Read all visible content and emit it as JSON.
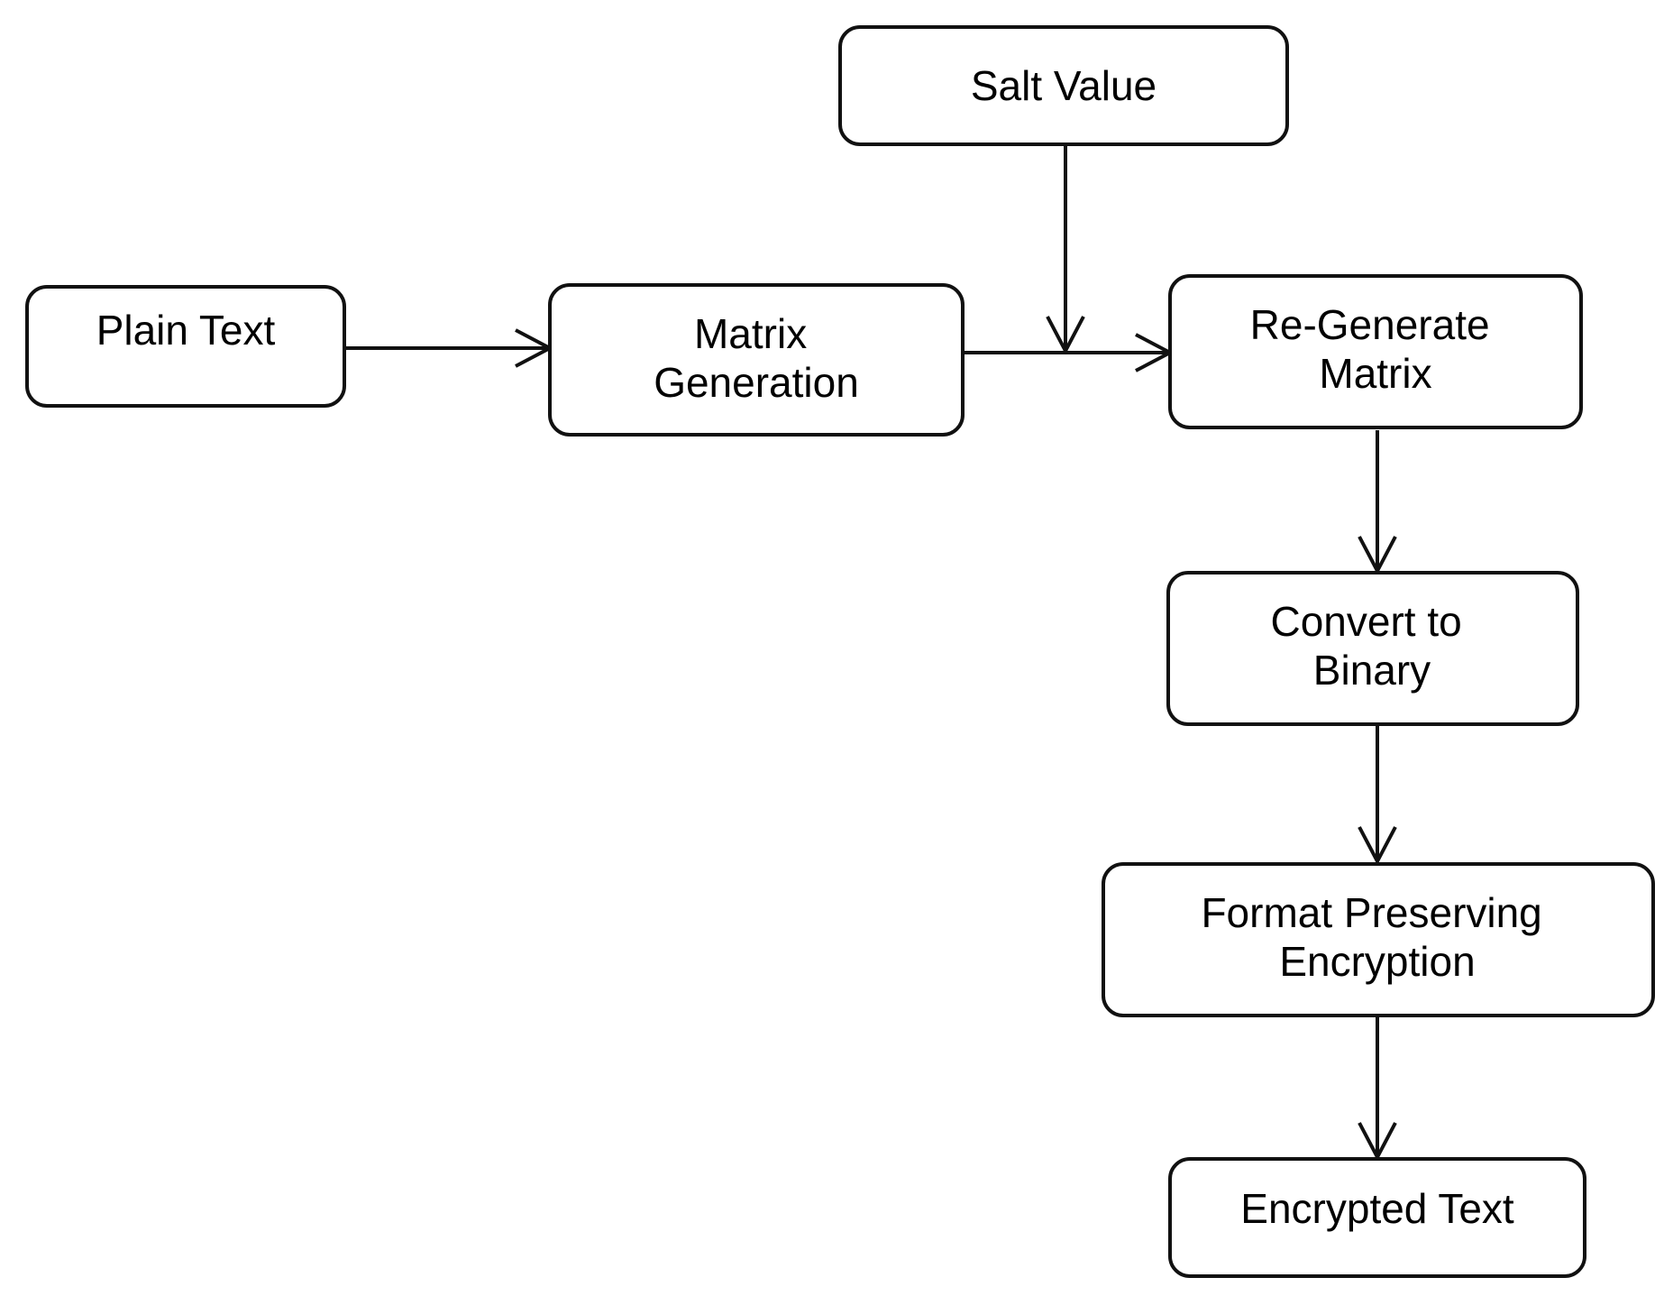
{
  "nodes": {
    "salt_value": {
      "lines": [
        "Salt Value"
      ]
    },
    "plain_text": {
      "lines": [
        "Plain Text"
      ]
    },
    "matrix_generation": {
      "lines": [
        "Matrix",
        "Generation"
      ]
    },
    "regenerate_matrix": {
      "lines": [
        "Re-Generate",
        "Matrix"
      ]
    },
    "convert_binary": {
      "lines": [
        "Convert to",
        "Binary"
      ]
    },
    "fpe": {
      "lines": [
        "Format Preserving",
        "Encryption"
      ]
    },
    "encrypted_text": {
      "lines": [
        "Encrypted Text"
      ]
    }
  },
  "edges": [
    {
      "from": "plain_text",
      "to": "matrix_generation"
    },
    {
      "from": "matrix_generation",
      "to": "regenerate_matrix"
    },
    {
      "from": "salt_value",
      "to": "matrix_generation->regenerate_matrix"
    },
    {
      "from": "regenerate_matrix",
      "to": "convert_binary"
    },
    {
      "from": "convert_binary",
      "to": "fpe"
    },
    {
      "from": "fpe",
      "to": "encrypted_text"
    }
  ]
}
